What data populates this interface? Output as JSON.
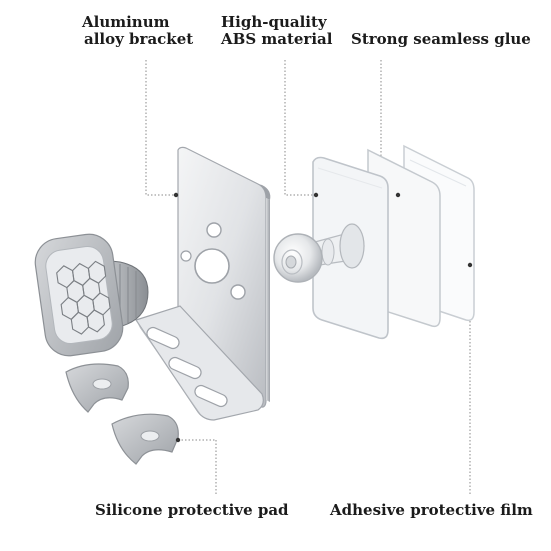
{
  "labels": {
    "aluminum_line1": "Aluminum",
    "aluminum_line2": "alloy bracket",
    "abs_line1": "High-quality",
    "abs_line2": "ABS material",
    "glue": "Strong seamless glue",
    "pad": "Silicone protective pad",
    "film": "Adhesive protective film"
  },
  "colors": {
    "text": "#1b1b1b",
    "leader_line": "#8a8a8a",
    "metal_light": "#e8e9eb",
    "metal_dark": "#a9acb1",
    "silicone": "#bfc2c6",
    "acrylic_edge": "#cfd4d9"
  },
  "icons": {
    "magnet_head": "magnetic-phone-head-icon",
    "bracket": "aluminum-bracket-icon",
    "ball_joint": "ball-joint-icon",
    "glue_pad": "glue-pad-icon",
    "film": "protective-film-icon",
    "silicone_pad": "silicone-pad-icon"
  }
}
